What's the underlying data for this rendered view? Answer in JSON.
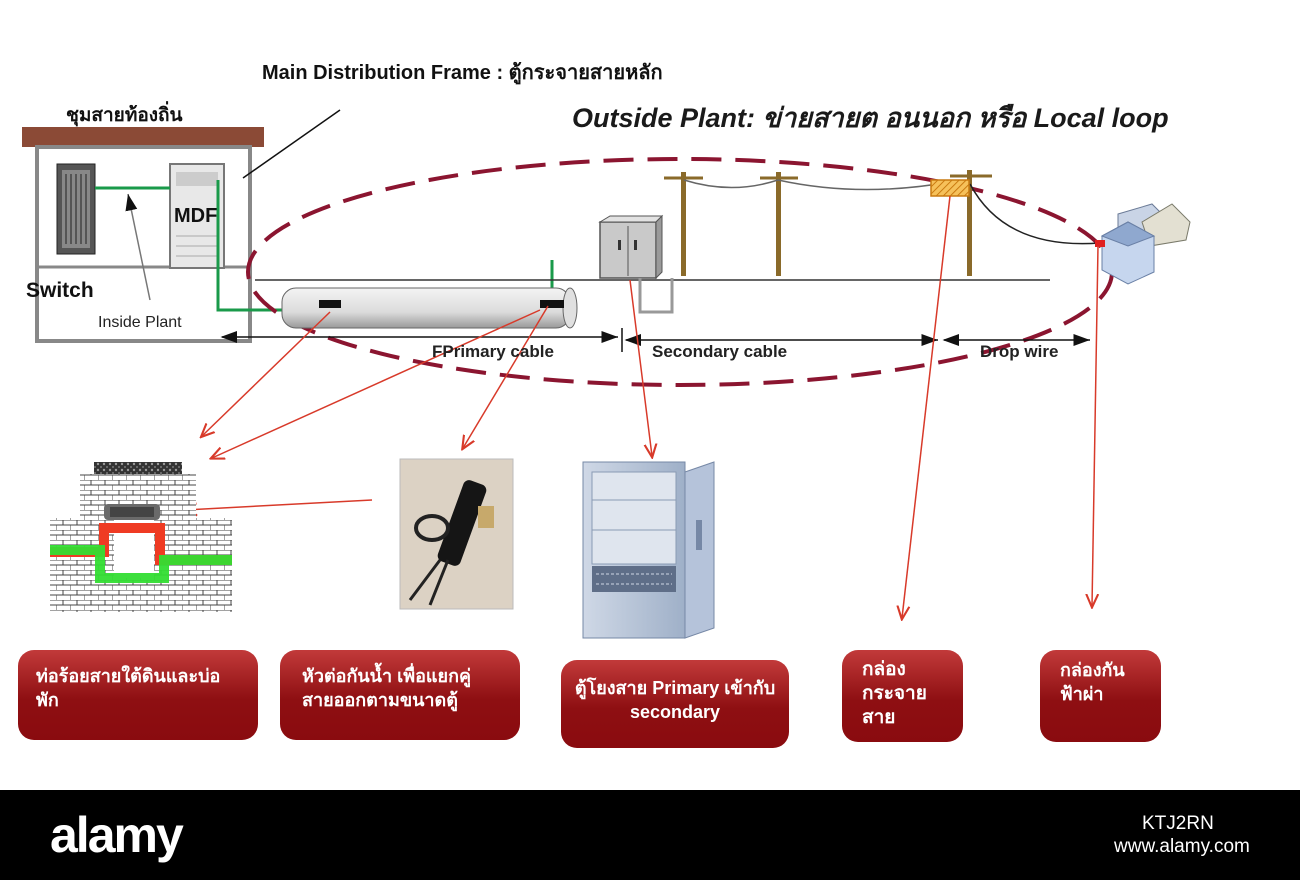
{
  "labels": {
    "mdf_title": "Main Distribution Frame : ตู้กระจายสายหลัก",
    "exchange": "ชุมสายท้องถิ่น",
    "outside_plant": "Outside Plant: ข่ายสายต อนนอก หรือ  Local  loop",
    "switch": "Switch",
    "mdf": "MDF",
    "inside_plant": "Inside Plant",
    "primary_cable": "FPrimary  cable",
    "secondary_cable": "Secondary  cable",
    "drop_wire": "Drop wire"
  },
  "boxes": [
    {
      "text": "ท่อร้อยสายใต้ดินและบ่อพัก"
    },
    {
      "text": "หัวต่อกันน้ำ เพื่อแยกคู่สายออกตามขนาดตู้"
    },
    {
      "text": "ตู้โยงสาย Primary เข้ากับ secondary"
    },
    {
      "text": "กล่องกระจายสาย"
    },
    {
      "text": "กล่องกันฟ้าผ่า"
    }
  ],
  "footer": {
    "brand": "alamy",
    "image_id": "KTJ2RN",
    "url": "www.alamy.com"
  },
  "colors": {
    "ellipse": "#8b1530",
    "cable_green": "#1a9a4a",
    "arrow_red": "#d83a2a",
    "box_red": "#8e0f12",
    "roof_brown": "#8b4a36"
  }
}
